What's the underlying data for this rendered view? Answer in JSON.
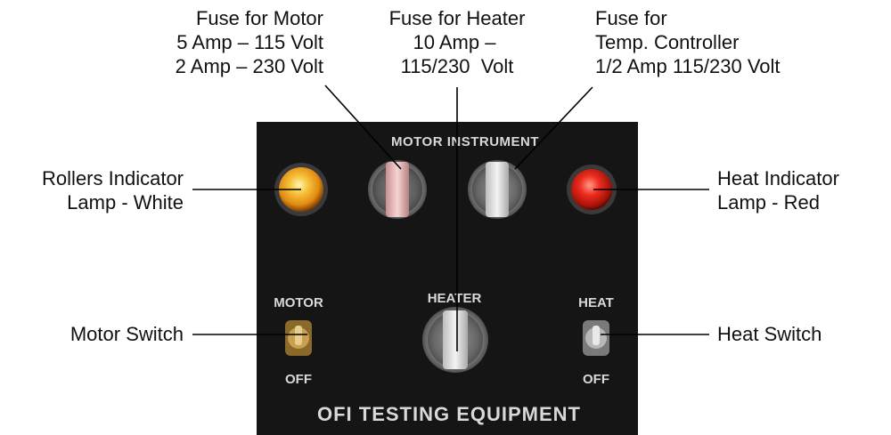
{
  "panel": {
    "top_label": "MOTOR INSTRUMENT",
    "heater_label": "HEATER",
    "motor_label": "MOTOR",
    "heat_label": "HEAT",
    "off_left": "OFF",
    "off_right": "OFF",
    "brand": "OFI TESTING EQUIPMENT"
  },
  "callouts": {
    "fuse_motor": [
      "Fuse for Motor",
      "5 Amp – 115 Volt",
      "2 Amp – 230 Volt"
    ],
    "fuse_heater": [
      "Fuse for Heater",
      "10 Amp –",
      "115/230  Volt"
    ],
    "fuse_temp": [
      "Fuse for",
      "Temp. Controller",
      "1/2 Amp 115/230 Volt"
    ],
    "rollers_lamp": [
      "Rollers Indicator",
      "Lamp - White"
    ],
    "heat_lamp": [
      "Heat Indicator",
      "Lamp - Red"
    ],
    "motor_switch": "Motor Switch",
    "heat_switch": "Heat Switch"
  },
  "colors": {
    "panel": "#151515",
    "white_lamp": "#f2a21c",
    "red_lamp": "#e1261a",
    "panel_text": "#d9d9d9"
  }
}
